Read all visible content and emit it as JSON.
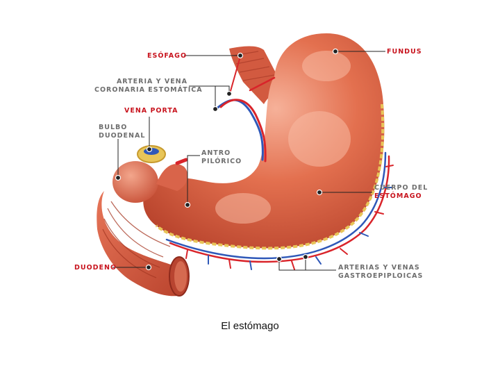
{
  "caption": "El estómago",
  "labels": {
    "esofago": "ESÓFAGO",
    "fundus": "FUNDUS",
    "arteria_vena_l1": "ARTERIA Y VENA",
    "arteria_vena_l2": "CORONARIA ESTOMÁTICA",
    "vena_porta": "VENA PORTA",
    "bulbo_l1": "BULBO",
    "bulbo_l2": "DUODENAL",
    "antro_l1": "ANTRO",
    "antro_l2": "PILÓRICO",
    "cuerpo_l1": "CUERPO DEL",
    "cuerpo_l2": "ESTÓMAGO",
    "duodeno": "DUODENO",
    "gastro_l1": "ARTERIAS Y VENAS",
    "gastro_l2": "GASTROEPIPLOICAS"
  },
  "colors": {
    "stomach": "#e0694e",
    "highlight": "#f3a58a",
    "fat": "#e8c558",
    "artery": "#d9242a",
    "vein": "#2f58b8",
    "label_red": "#c8141e",
    "label_gray": "#6e6e6e"
  }
}
